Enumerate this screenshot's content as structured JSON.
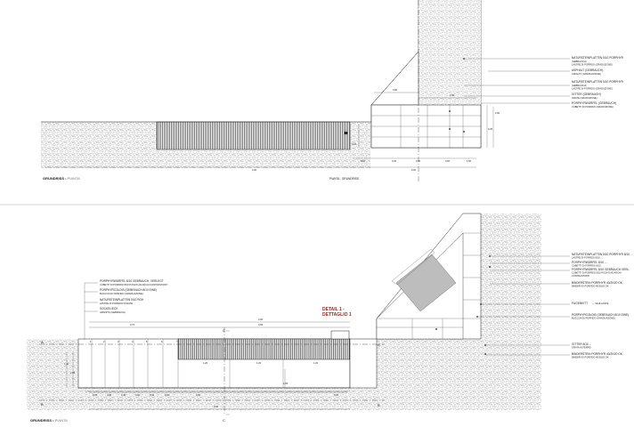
{
  "top_view": {
    "title": "GRUNDRISS",
    "title_sep": "•",
    "title_sub": "PIANTA",
    "section_label": "PIANTA - GRUNDRISS",
    "dims": [
      "4,00",
      "3,00",
      "0,65",
      "0,40",
      "0,50",
      "3,60",
      "1,50",
      "0,80",
      "2,60",
      "2,90",
      "0,15",
      "0,25"
    ],
    "notes": [
      {
        "title": "NATURSTEINPLATTEN 5/10 PORPHYR",
        "lines": [
          "(GEBRAUCH)",
          "LASTRE DI PORFIDO (GRADUZIONE)"
        ]
      },
      {
        "title": "ASPHALT (GEBRAUCH)",
        "lines": [
          "ASFALTO (GRADUAZIONE)"
        ]
      },
      {
        "title": "NATURSTEINPLATTEN 5/10 PORPHYR",
        "lines": [
          "(GEBRAUCH)",
          "LASTRE DI PORFIDO (GRADUZIONE)"
        ]
      },
      {
        "title": "GITTER (GEBRAUCH)",
        "lines": [
          "GRATE (GRADUZIONE)"
        ]
      },
      {
        "title": "PORPHYRWÜRFEL (GEBRAUCH)",
        "lines": [
          "CUBETTI DI PORFIDO (GRADUZIONE)"
        ]
      }
    ]
  },
  "bottom_view": {
    "title": "GRUNDRISS",
    "title_sep": "•",
    "title_sub": "PIANTA",
    "detail_label": "DETAIL 1 -",
    "detail_sub": "DETTAGLIO 1",
    "section_marks": {
      "a": "A",
      "b": "B",
      "c": "C"
    },
    "bay_numbers": [
      "1",
      "2",
      "3",
      "4",
      "5",
      "6",
      "7"
    ],
    "dims": [
      "4,00",
      "3,50",
      "3,70",
      "1,20",
      "1,20",
      "1,20",
      "1,40",
      "0,45",
      "0,40",
      "0,45",
      "0,40",
      "0,40",
      "0,40",
      "0,40",
      "4,00",
      "1,05",
      "0,25",
      "1,30"
    ],
    "left_notes": [
      {
        "title": "PORPHYRWÜRFEL 8/10 GEBRAUCH, VERLEGT",
        "lines": [
          "CUBETTI DI PORFIDO 8/10 POSATI AD ARCHI CONTRASTANTI"
        ]
      },
      {
        "title": "PORPHYRCOLDIS (GEBRAUCH 8/10 EINE)",
        "lines": [
          "BLOCCHI DI PORFIDO (GRADUAZIONE)"
        ]
      },
      {
        "title": "NATURSTEINPLATTEN 5/10 ROH",
        "lines": [
          "LASTRE DI PORFIDO POSATE"
        ]
      },
      {
        "title": "SOCKEL/ECK",
        "lines": [
          "GRANITO (GEBRAUCH)"
        ]
      }
    ],
    "right_notes": [
      {
        "title": "NATURSTEINPLATTEN 5/10 PORPHYR 8/10 ...",
        "lines": [
          "LASTRE DI PORFIDO 8/10 ..."
        ]
      },
      {
        "title": "PORPHYRWÜRFEL 8/10 ...",
        "lines": [
          "CUBETTI DI PORFIDO 8/10"
        ]
      },
      {
        "title": "PORPHYRWÜRFEL 8/10 GEBRAUCH VERL.",
        "lines": [
          "CUBETTI DI PORFIDO 8/10 POSATI AD ARCHI",
          "CONTRASTANTI"
        ]
      },
      {
        "title": "BINDERSTEIN PORPHYR 40/20/20 OK",
        "lines": [
          "BINDERI DI PORFIDO 40/20/20 OK"
        ]
      },
      {
        "title": "FUGENKITT",
        "lines": [
          "— SIGILLANTE"
        ]
      },
      {
        "title": "PORPHYRCOLDIS (GEBRAUCH 8/10 EINE)",
        "lines": [
          "BLOCCHI DI PORFIDO (GRADUAZIONE)"
        ]
      },
      {
        "title": "GITTER 8/10 ...",
        "lines": [
          "GRATA IN FERRO"
        ]
      },
      {
        "title": "BINDERSTEIN PORPHYR 40/20/20 OK",
        "lines": [
          "BINDERI DI PORFIDO 40/20/20 OK"
        ]
      }
    ]
  },
  "colors": {
    "line": "#222222",
    "accent": "#a8201a",
    "stone": "#bdbdbd"
  }
}
